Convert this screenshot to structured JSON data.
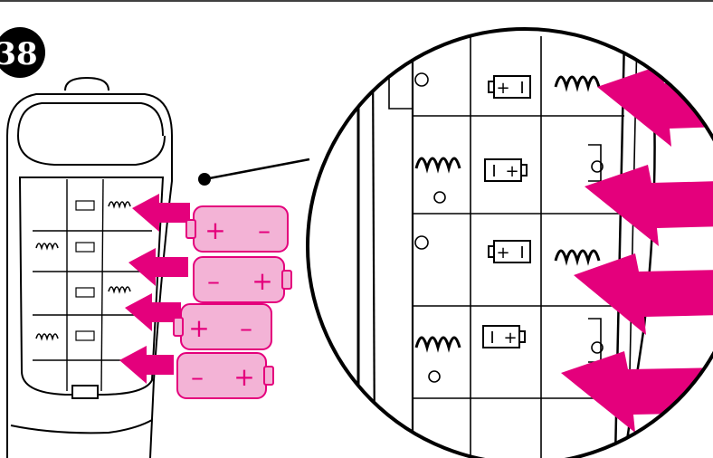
{
  "step": {
    "number": "38"
  },
  "colors": {
    "accent": "#e4007c",
    "battery_fill": "#f3b3d6",
    "battery_stroke": "#e4007c",
    "line": "#000000",
    "background": "#ffffff"
  },
  "batteries": [
    {
      "left_sign": "+",
      "right_sign": "–"
    },
    {
      "left_sign": "–",
      "right_sign": "+"
    },
    {
      "left_sign": "+",
      "right_sign": "–"
    },
    {
      "left_sign": "–",
      "right_sign": "+"
    }
  ],
  "slot_markings": [
    {
      "left": "+",
      "right": "I"
    },
    {
      "left": "I",
      "right": "+"
    },
    {
      "left": "+",
      "right": "I"
    },
    {
      "left": "I",
      "right": "+"
    }
  ],
  "icons": [
    "spring-icon",
    "battery-polarity-icon",
    "insert-arrow-icon",
    "callout-pointer-icon"
  ]
}
